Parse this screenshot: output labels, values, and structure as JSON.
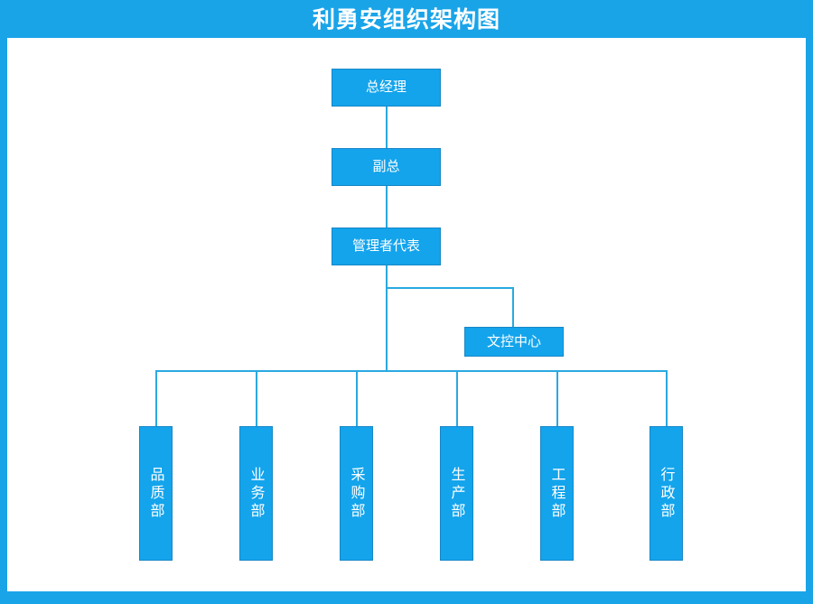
{
  "header": {
    "title": "利勇安组织架构图",
    "background_color": "#1aa4e8",
    "text_color": "#ffffff"
  },
  "theme": {
    "node_fill": "#13a4ec",
    "node_border": "#1787c7",
    "connector_color": "#2aa9e0",
    "canvas_background": "#ffffff",
    "frame_color": "#1aa4e8"
  },
  "chart_data": {
    "type": "diagram",
    "diagram_type": "org-chart",
    "title": "利勇安组织架构图",
    "orientation": "top-down",
    "nodes": [
      {
        "id": "gm",
        "label": "总经理",
        "level": 0,
        "parent": null,
        "text_direction": "horizontal"
      },
      {
        "id": "vgm",
        "label": "副总",
        "level": 1,
        "parent": "gm",
        "text_direction": "horizontal"
      },
      {
        "id": "mr",
        "label": "管理者代表",
        "level": 2,
        "parent": "vgm",
        "text_direction": "horizontal"
      },
      {
        "id": "doc",
        "label": "文控中心",
        "level": 3,
        "parent": "mr",
        "text_direction": "horizontal"
      },
      {
        "id": "dept1",
        "label": "品质部",
        "level": 3,
        "parent": "mr",
        "text_direction": "vertical"
      },
      {
        "id": "dept2",
        "label": "业务部",
        "level": 3,
        "parent": "mr",
        "text_direction": "vertical"
      },
      {
        "id": "dept3",
        "label": "采购部",
        "level": 3,
        "parent": "mr",
        "text_direction": "vertical"
      },
      {
        "id": "dept4",
        "label": "生产部",
        "level": 3,
        "parent": "mr",
        "text_direction": "vertical"
      },
      {
        "id": "dept5",
        "label": "工程部",
        "level": 3,
        "parent": "mr",
        "text_direction": "vertical"
      },
      {
        "id": "dept6",
        "label": "行政部",
        "level": 3,
        "parent": "mr",
        "text_direction": "vertical"
      }
    ],
    "edges": [
      {
        "from": "gm",
        "to": "vgm"
      },
      {
        "from": "vgm",
        "to": "mr"
      },
      {
        "from": "mr",
        "to": "doc"
      },
      {
        "from": "mr",
        "to": "dept1"
      },
      {
        "from": "mr",
        "to": "dept2"
      },
      {
        "from": "mr",
        "to": "dept3"
      },
      {
        "from": "mr",
        "to": "dept4"
      },
      {
        "from": "mr",
        "to": "dept5"
      },
      {
        "from": "mr",
        "to": "dept6"
      }
    ],
    "department_count": 6
  },
  "nodes": {
    "gm": {
      "label": "总经理"
    },
    "vgm": {
      "label": "副总"
    },
    "mr": {
      "label": "管理者代表"
    },
    "doc": {
      "label": "文控中心"
    },
    "dept1": {
      "label": "品质部"
    },
    "dept2": {
      "label": "业务部"
    },
    "dept3": {
      "label": "采购部"
    },
    "dept4": {
      "label": "生产部"
    },
    "dept5": {
      "label": "工程部"
    },
    "dept6": {
      "label": "行政部"
    }
  }
}
